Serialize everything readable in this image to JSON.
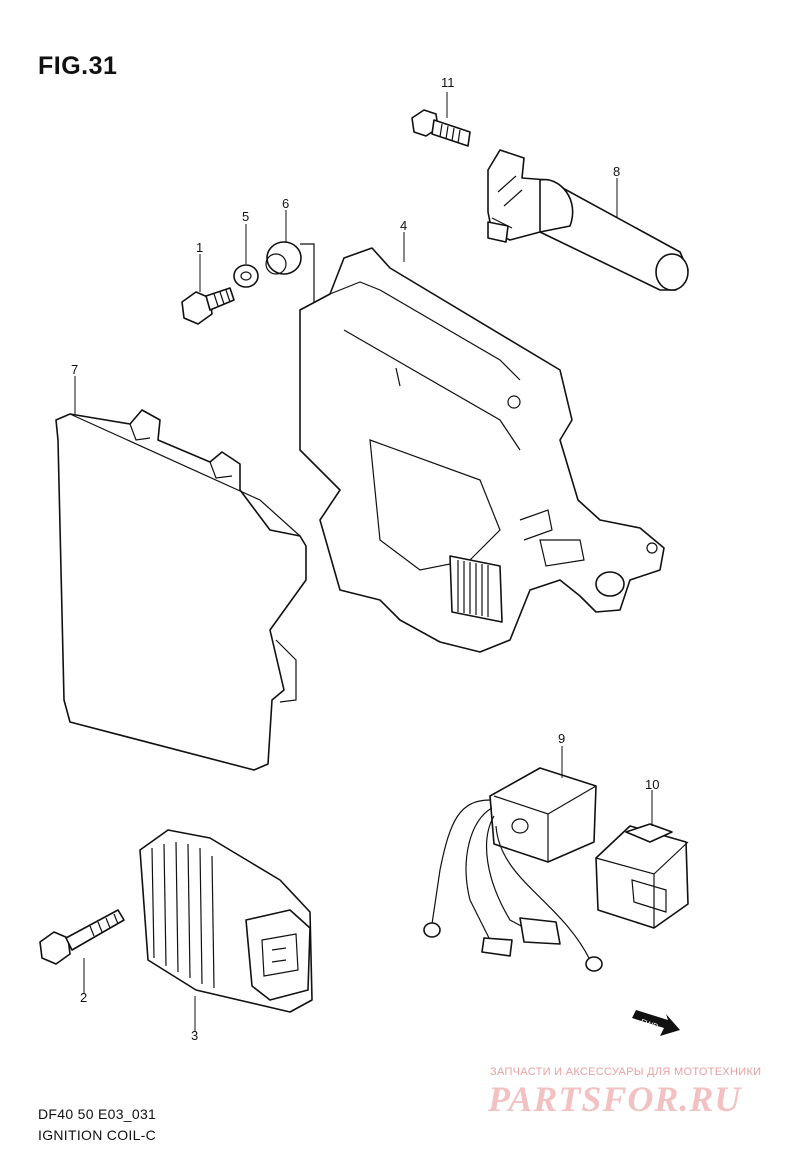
{
  "figure": {
    "title": "FIG.31",
    "code": "DF40 50 E03_031",
    "description": "IGNITION COIL-C"
  },
  "callouts": [
    {
      "id": "c1",
      "label": "1"
    },
    {
      "id": "c2",
      "label": "2"
    },
    {
      "id": "c3",
      "label": "3"
    },
    {
      "id": "c4",
      "label": "4"
    },
    {
      "id": "c5",
      "label": "5"
    },
    {
      "id": "c6",
      "label": "6"
    },
    {
      "id": "c7",
      "label": "7"
    },
    {
      "id": "c8",
      "label": "8"
    },
    {
      "id": "c9",
      "label": "9"
    },
    {
      "id": "c10",
      "label": "10"
    },
    {
      "id": "c11",
      "label": "11"
    }
  ],
  "fwd_marker": "FWD",
  "watermark": {
    "tagline": "ЗАПЧАСТИ И АКСЕССУАРЫ ДЛЯ МОТОТЕХНИКИ",
    "logo_text": "PARTSFOR.RU"
  }
}
